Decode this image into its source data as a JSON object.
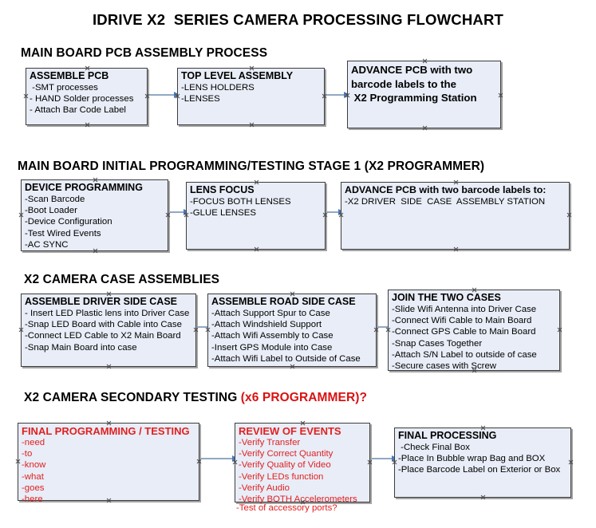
{
  "document": {
    "title": "IDRIVE X2  SERIES CAMERA PROCESSING FLOWCHART"
  },
  "sections": [
    {
      "id": "main-board-pcb-assembly",
      "title": "MAIN BOARD PCB ASSEMBLY PROCESS",
      "boxes": [
        {
          "id": "assemble-pcb",
          "header": "ASSEMBLE PCB",
          "lines": [
            " -SMT processes",
            "- HAND Solder processes",
            "- Attach Bar Code Label"
          ]
        },
        {
          "id": "top-level-assembly",
          "header": "TOP LEVEL ASSEMBLY",
          "lines": [
            "-LENS HOLDERS",
            "-LENSES"
          ]
        },
        {
          "id": "advance-pcb-programming-station",
          "header_lines": [
            "ADVANCE PCB with two",
            "barcode labels to the",
            " X2 Programming Station"
          ],
          "lines": []
        }
      ]
    },
    {
      "id": "main-board-initial-programming",
      "title": "MAIN BOARD INITIAL PROGRAMMING/TESTING STAGE 1 (X2 PROGRAMMER)",
      "boxes": [
        {
          "id": "device-programming",
          "header": "DEVICE PROGRAMMING",
          "lines": [
            "-Scan Barcode",
            "-Boot Loader",
            "-Device Configuration",
            "-Test Wired Events",
            "-AC SYNC"
          ]
        },
        {
          "id": "lens-focus",
          "header": "LENS FOCUS",
          "lines": [
            "-FOCUS BOTH LENSES",
            "-GLUE LENSES"
          ]
        },
        {
          "id": "advance-pcb-driver-side-case",
          "header": "ADVANCE PCB with two barcode labels to:",
          "lines": [
            "-X2 DRIVER  SIDE  CASE  ASSEMBLY STATION"
          ]
        }
      ]
    },
    {
      "id": "x2-camera-case-assemblies",
      "title": "X2 CAMERA CASE ASSEMBLIES",
      "boxes": [
        {
          "id": "assemble-driver-side-case",
          "header": "ASSEMBLE DRIVER SIDE CASE",
          "lines": [
            "- Insert LED Plastic lens into Driver Case",
            "-Snap LED Board with Cable into Case",
            "-Connect LED Cable to X2 Main Board",
            "-Snap Main Board into case"
          ]
        },
        {
          "id": "assemble-road-side-case",
          "header": "ASSEMBLE ROAD SIDE CASE",
          "lines": [
            "-Attach Support Spur to Case",
            "-Attach Windshield Support",
            "-Attach Wifi Assembly to Case",
            "-Insert GPS Module into Case",
            "-Attach Wifi Label to Outside of Case"
          ]
        },
        {
          "id": "join-the-two-cases",
          "header": "JOIN THE TWO CASES",
          "lines": [
            "-Slide Wifi Antenna into Driver Case",
            "-Connect Wifi Cable to Main Board",
            "-Connect GPS Cable to Main Board",
            "-Snap Cases Together",
            "-Attach S/N Label to outside of case",
            "-Secure cases with Screw"
          ]
        }
      ]
    },
    {
      "id": "x2-camera-secondary-testing",
      "title": "X2 CAMERA SECONDARY TESTING ",
      "title_red": "(x6 PROGRAMMER)?",
      "boxes": [
        {
          "id": "final-programming-testing",
          "header": "FINAL PROGRAMMING / TESTING",
          "lines": [
            "-need",
            "-to",
            "-know",
            "-what",
            "-goes",
            "-here"
          ]
        },
        {
          "id": "review-of-events",
          "header": "REVIEW OF EVENTS",
          "lines": [
            "-Verify Transfer",
            "-Verify Correct Quantity",
            "-Verify Quality of Video",
            "-Verify LEDs function",
            "-Verify Audio",
            "-Verify BOTH Accelerometers"
          ],
          "overflow_line": "-Test of accessory ports?"
        },
        {
          "id": "final-processing",
          "header": "FINAL PROCESSING",
          "lines": [
            " -Check Final Box",
            "-Place In Bubble wrap Bag and BOX",
            "-Place Barcode Label on Exterior or Box"
          ]
        }
      ]
    }
  ],
  "colors": {
    "box_fill": "#e8edf7",
    "box_border": "#3c3c3c",
    "arrow": "#8fa9c4",
    "arrow_head": "#4a7ab5",
    "red_text": "#e02121",
    "title_red": "#d81212",
    "text": "#000000",
    "background": "#ffffff"
  }
}
